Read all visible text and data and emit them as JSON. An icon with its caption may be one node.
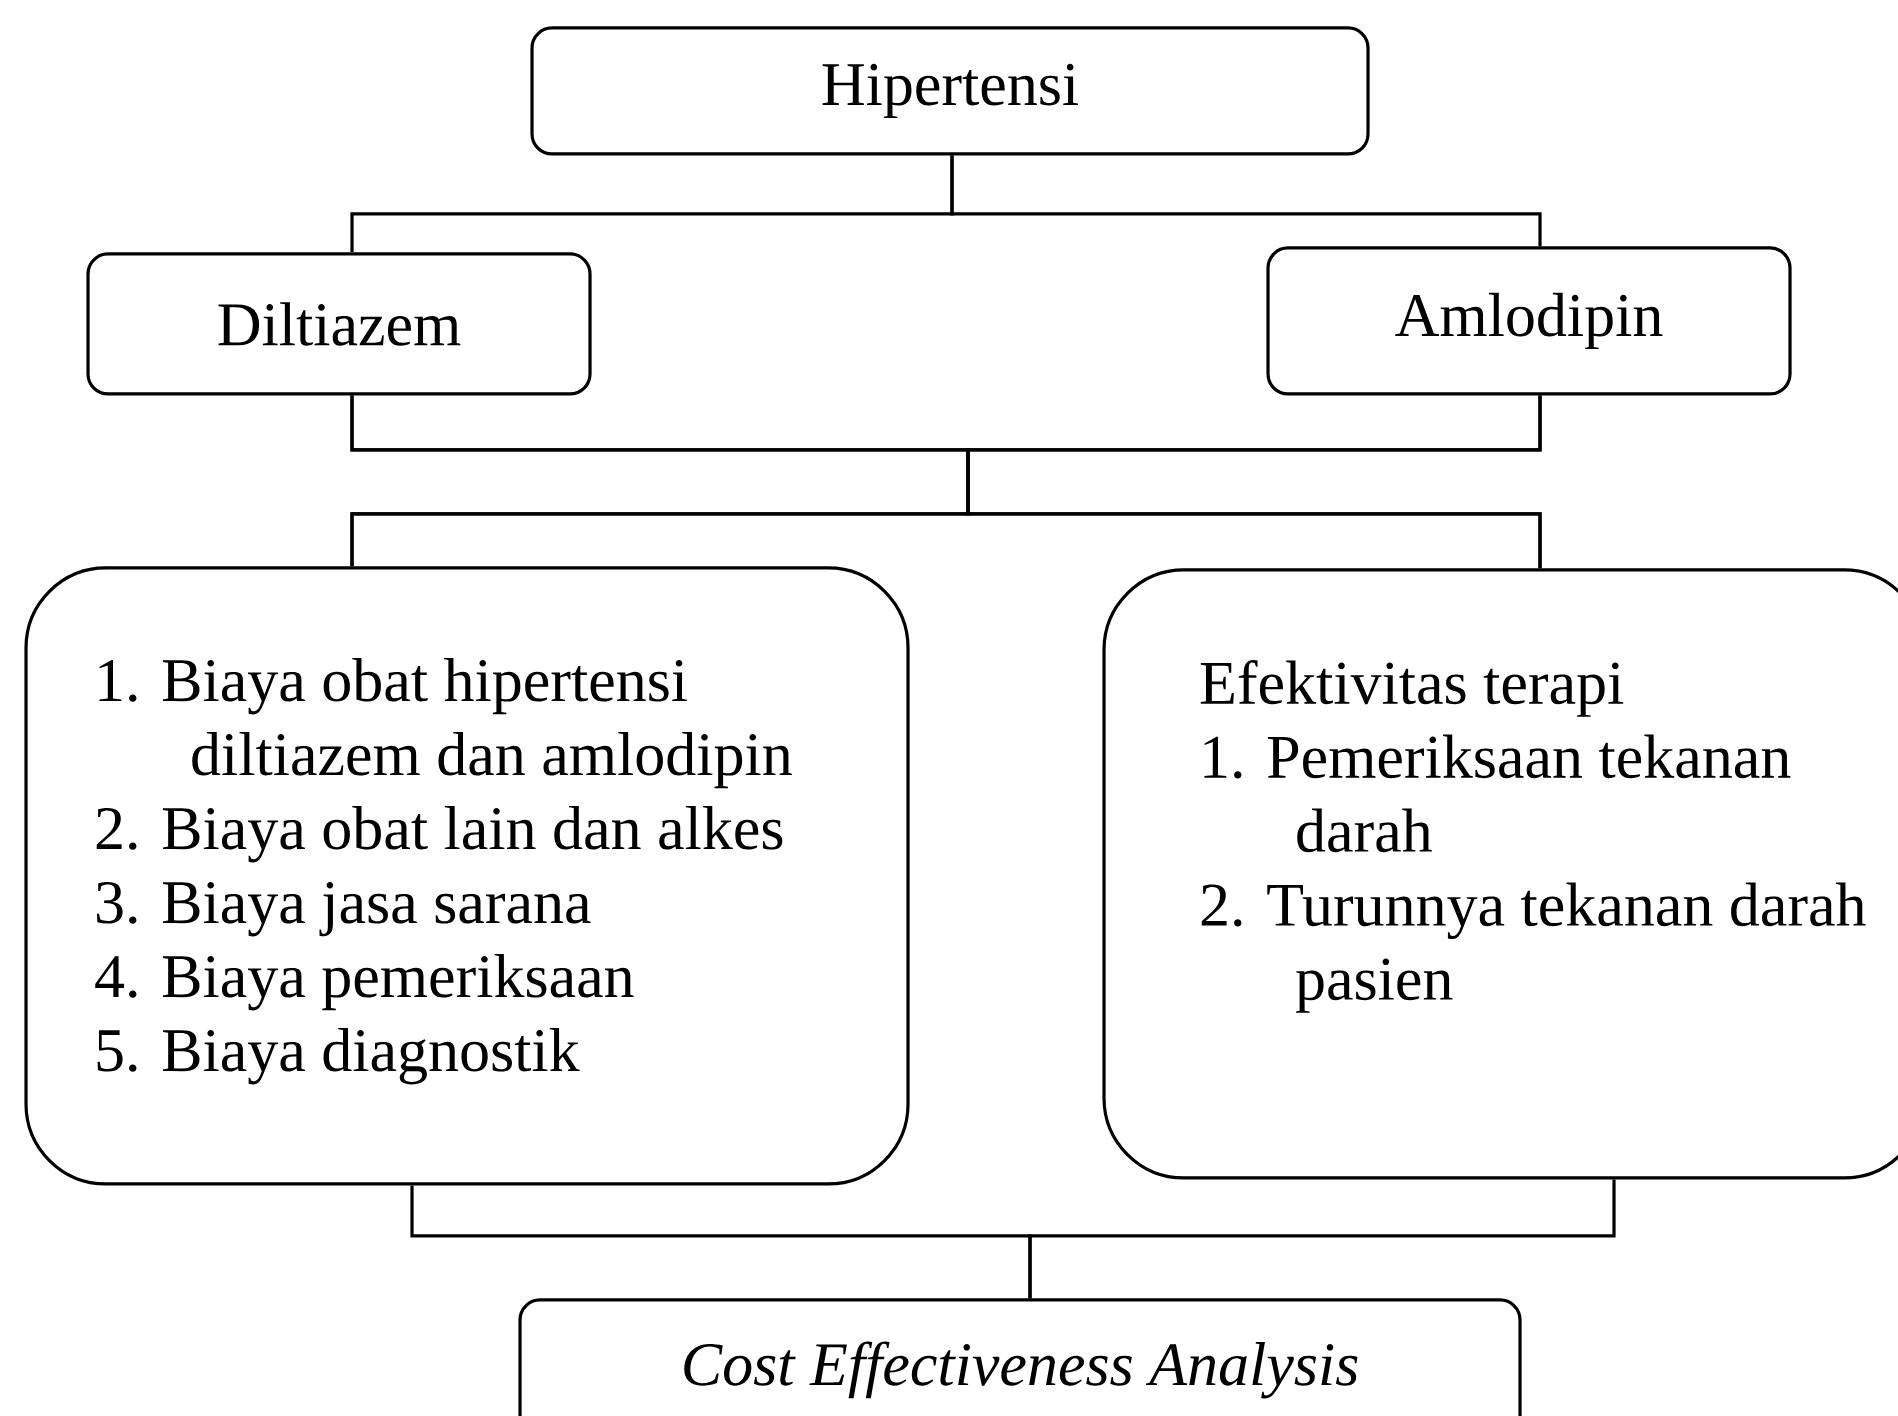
{
  "diagram": {
    "nodes": [
      {
        "text": [
          "Hipertensi"
        ]
      },
      {
        "text": [
          "Diltiazem"
        ]
      },
      {
        "text": [
          "Amlodipin"
        ]
      },
      {
        "text": [
          "1. Biaya obat hipertensi diltiazem dan amlodipin",
          "2. Biaya obat lain dan alkes",
          "3. Biaya jasa sarana",
          "4. Biaya pemeriksaan",
          "5. Biaya diagnostik"
        ]
      },
      {
        "text": [
          "Efektivitas terapi",
          "1. Pemeriksaan tekanan darah",
          "2. Turunnya tekanan darah pasien"
        ]
      },
      {
        "text": [
          "Cost Effectiveness Analysis"
        ]
      }
    ],
    "edges": [
      {
        "from": 0,
        "to": 1,
        "arrow": "none"
      },
      {
        "from": 0,
        "to": 2,
        "arrow": "none"
      },
      {
        "from": 1,
        "to": 3,
        "arrow": "none"
      },
      {
        "from": 1,
        "to": 4,
        "arrow": "none"
      },
      {
        "from": 2,
        "to": 3,
        "arrow": "none"
      },
      {
        "from": 2,
        "to": 4,
        "arrow": "none"
      },
      {
        "from": 3,
        "to": 5,
        "arrow": "none"
      },
      {
        "from": 4,
        "to": 5,
        "arrow": "none"
      }
    ]
  }
}
